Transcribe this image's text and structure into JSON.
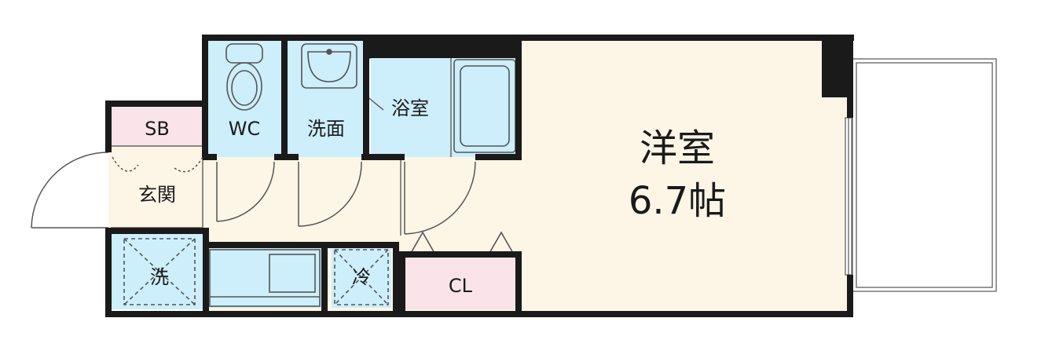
{
  "rooms": {
    "western_room": {
      "label": "洋室",
      "size": "6.7帖"
    },
    "wc": {
      "label": "WC"
    },
    "washroom": {
      "label": "洗面"
    },
    "bathroom": {
      "label": "浴室"
    },
    "shoe_box": {
      "label": "SB"
    },
    "entrance": {
      "label": "玄関"
    },
    "washer": {
      "label": "洗"
    },
    "fridge": {
      "label": "冷"
    },
    "closet": {
      "label": "CL"
    }
  },
  "colors": {
    "wall": "#1a1a1a",
    "floor_main": "#fdf5e6",
    "wet_area": "#cdeefb",
    "storage": "#fbe3ea",
    "line": "#666666"
  }
}
